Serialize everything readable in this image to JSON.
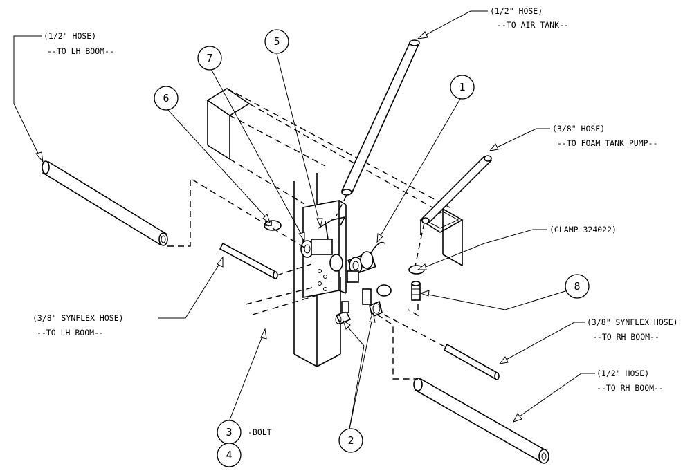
{
  "callouts": {
    "lh_boom_hose": {
      "line1": "(1/2\" HOSE)",
      "line2": "--TO LH BOOM--"
    },
    "air_tank_hose": {
      "line1": "(1/2\" HOSE)",
      "line2": "--TO AIR TANK--"
    },
    "foam_pump_hose": {
      "line1": "(3/8\" HOSE)",
      "line2": "--TO FOAM TANK PUMP--"
    },
    "clamp": {
      "line1": "(CLAMP 324022)"
    },
    "lh_synflex": {
      "line1": "(3/8\" SYNFLEX HOSE)",
      "line2": "--TO LH BOOM--"
    },
    "rh_synflex": {
      "line1": "(3/8\" SYNFLEX HOSE)",
      "line2": "--TO RH BOOM--"
    },
    "rh_boom_hose": {
      "line1": "(1/2\" HOSE)",
      "line2": "--TO RH BOOM--"
    },
    "bolt": {
      "line1": "-BOLT"
    }
  },
  "balloons": {
    "b1": "1",
    "b2": "2",
    "b3": "3",
    "b4": "4",
    "b5": "5",
    "b6": "6",
    "b7": "7",
    "b8": "8"
  }
}
